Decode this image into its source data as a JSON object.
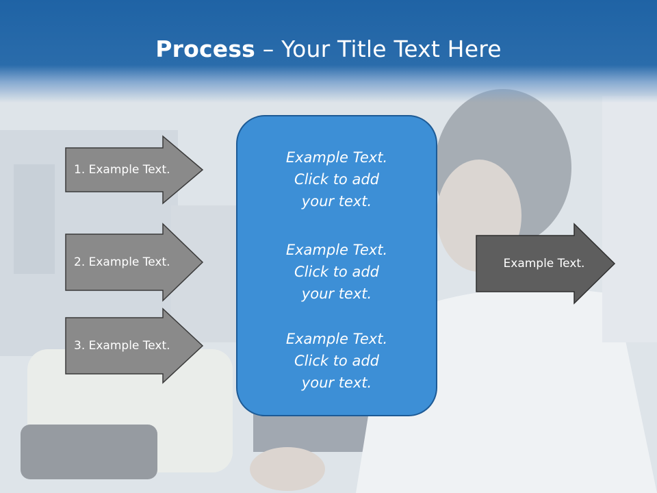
{
  "slide": {
    "title_bold": "Process",
    "title_rest": " – Your Title Text Here",
    "left_arrows": [
      {
        "label": "1. Example Text."
      },
      {
        "label": "2. Example Text."
      },
      {
        "label": "3. Example Text."
      }
    ],
    "center_box": {
      "paragraphs": [
        {
          "line1": "Example Text.",
          "line2": "Click  to add",
          "line3": "your text."
        },
        {
          "line1": "Example Text.",
          "line2": "Click  to add",
          "line3": "your text."
        },
        {
          "line1": "Example Text.",
          "line2": "Click  to add",
          "line3": "your text."
        }
      ]
    },
    "right_arrow": {
      "label": "Example Text."
    }
  },
  "colors": {
    "header_blue": "#1f63a5",
    "box_blue": "#3d8fd6",
    "box_border": "#1d5a95",
    "left_arrow_fill": "#8a8a8a",
    "right_arrow_fill": "#5e5e5e",
    "text_white": "#ffffff"
  }
}
